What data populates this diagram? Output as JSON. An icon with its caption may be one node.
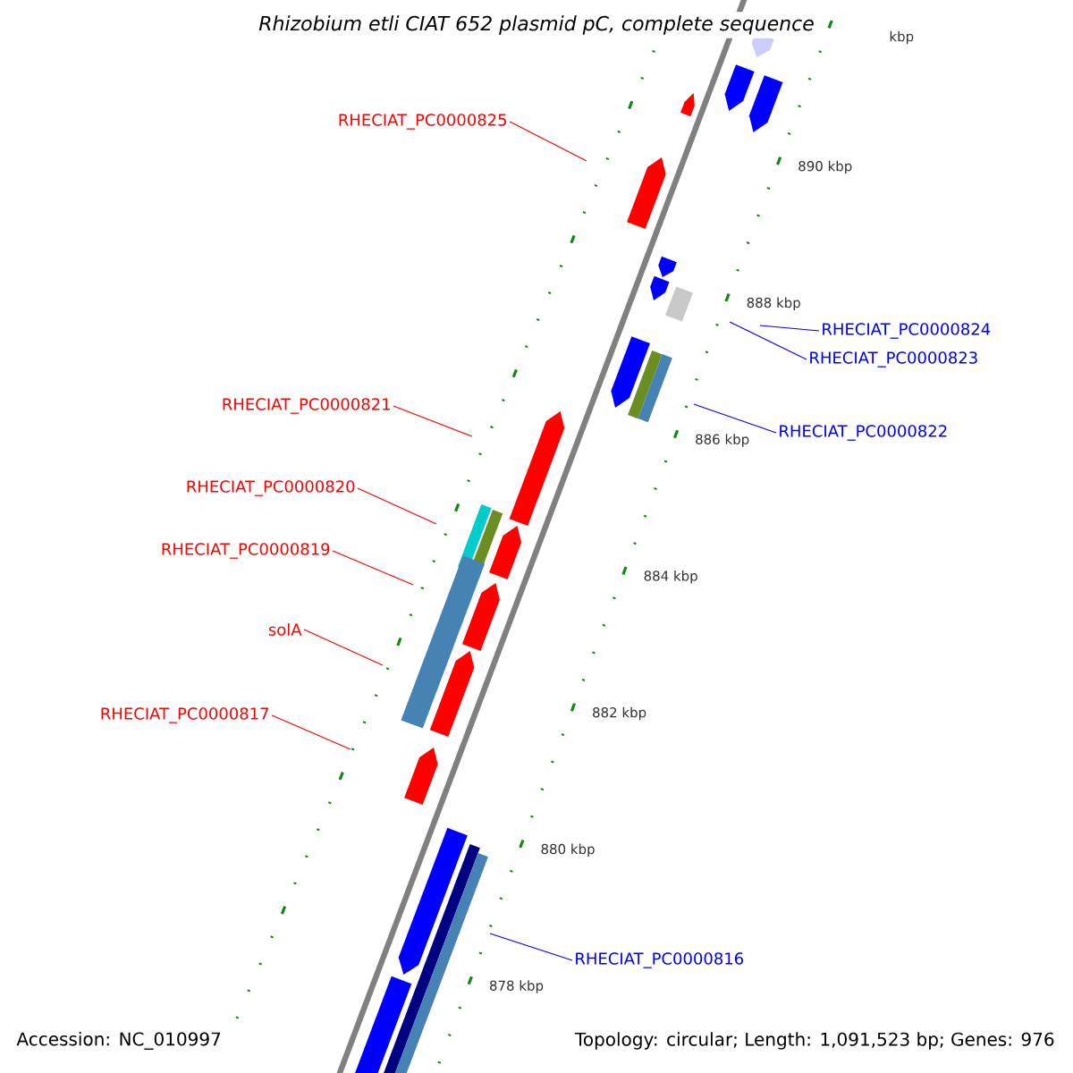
{
  "diagram": {
    "title": "Rhizobium etli CIAT 652 plasmid pC, complete sequence",
    "nodes": [
      {
        "text": [
          "RHECIAT_PC0000825"
        ]
      },
      {
        "text": [
          "RHECIAT_PC0000824"
        ]
      },
      {
        "text": [
          "RHECIAT_PC0000823"
        ]
      },
      {
        "text": [
          "RHECIAT_PC0000821"
        ]
      },
      {
        "text": [
          "RHECIAT_PC0000822"
        ]
      },
      {
        "text": [
          "RHECIAT_PC0000820"
        ]
      },
      {
        "text": [
          "RHECIAT_PC0000819"
        ]
      },
      {
        "text": [
          "solA"
        ]
      },
      {
        "text": [
          "RHECIAT_PC0000817"
        ]
      },
      {
        "text": [
          "RHECIAT_PC0000816"
        ]
      }
    ],
    "edges": [
      {
        "from": 0,
        "to": null,
        "arrow": "none"
      },
      {
        "from": 1,
        "to": null,
        "arrow": "none",
        "color": "#0000ff"
      },
      {
        "from": 2,
        "to": null,
        "arrow": "none",
        "color": "#0000ff"
      },
      {
        "from": 3,
        "to": null,
        "arrow": "none"
      },
      {
        "from": 4,
        "to": null,
        "arrow": "none",
        "color": "#0000ff"
      },
      {
        "from": 5,
        "to": null,
        "arrow": "none"
      },
      {
        "from": 6,
        "to": null,
        "arrow": "none"
      },
      {
        "from": 7,
        "to": null,
        "arrow": "none"
      },
      {
        "from": 8,
        "to": null,
        "arrow": "none"
      },
      {
        "from": 9,
        "to": null,
        "arrow": "none",
        "color": "#0000ff"
      }
    ],
    "labels": [
      "kbp",
      "890 kbp",
      "888 kbp",
      "886 kbp",
      "884 kbp",
      "882 kbp",
      "880 kbp",
      "878 kbp",
      "Accession: NC_010997",
      "Topology: circular; Length: 1,091,523 bp; Genes: 976"
    ]
  }
}
